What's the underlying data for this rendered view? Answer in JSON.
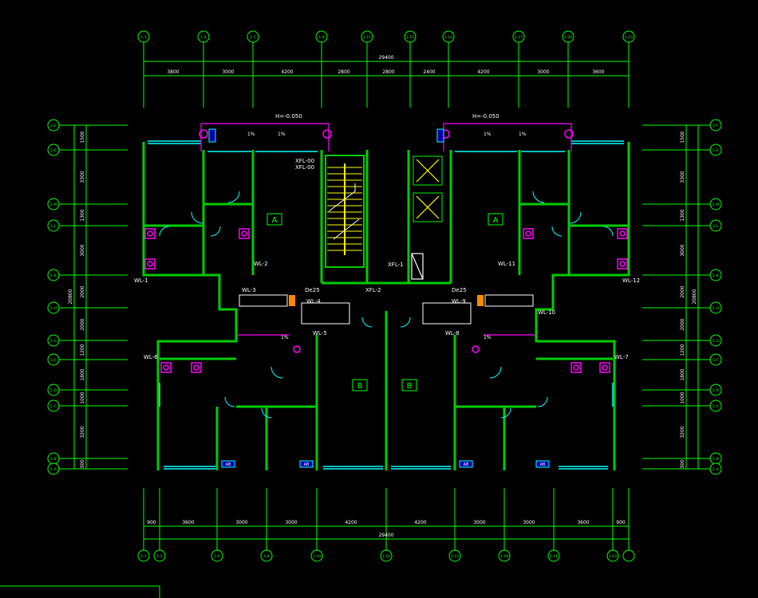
{
  "top_axes": [
    "1-1",
    "1-4",
    "1-7",
    "1-9",
    "1-11",
    "1-13",
    "1-14",
    "1-17",
    "1-20",
    "1-23"
  ],
  "bottom_axes": [
    "1-1",
    "1-2",
    "1-5",
    "1-8",
    "1-10",
    "1-12",
    "1-15",
    "1-18",
    "1-21",
    "1-23"
  ],
  "left_axes": [
    "1-F",
    "1-E",
    "1-M",
    "1-L",
    "1-K",
    "1-H",
    "1-G",
    "1-F",
    "1-D",
    "1-C",
    "1-B",
    "1-A"
  ],
  "right_axes": [
    "1-F",
    "1-E",
    "1-M",
    "1-L",
    "1-K",
    "1-H",
    "1-G",
    "1-F",
    "1-D",
    "1-C",
    "1-B",
    "1-A"
  ],
  "top_total": "29400",
  "bottom_total": "29400",
  "top_dims": [
    "3800",
    "3000",
    "4200",
    "2800",
    "2800",
    "2400",
    "4200",
    "3000",
    "3600"
  ],
  "bottom_dims": [
    "900",
    "3600",
    "3000",
    "3000",
    "4200",
    "4200",
    "3000",
    "3000",
    "3600",
    "900"
  ],
  "left_total": "20800",
  "right_total": "20800",
  "left_dims": [
    "1500",
    "3300",
    "1300",
    "3000",
    "2000",
    "2000",
    "1200",
    "1800",
    "1000",
    "3200",
    "300"
  ],
  "right_dims": [
    "1500",
    "3300",
    "1300",
    "3000",
    "2000",
    "2000",
    "1200",
    "1800",
    "1000",
    "3200",
    "300"
  ],
  "elev_left": "H=-0.050",
  "elev_right": "H=-0.050",
  "slope_text": "1%",
  "unit_a": "A",
  "unit_b": "B",
  "xfl_top1": "XFL-00",
  "xfl_top2": "XFL-00",
  "xfl_1": "XFL-1",
  "xfl_2": "XFL-2",
  "pipe_labels": {
    "wl1": "WL-1",
    "wl2": "WL-2",
    "wl3": "WL-3",
    "wl4": "WL-4",
    "wl5": "WL-5",
    "wl6": "WL-6",
    "wl7": "WL-7",
    "wl8": "WL-8",
    "wl9": "WL-9",
    "wl10": "WL-10",
    "wl11": "WL-11",
    "wl12": "WL-12"
  },
  "de25": "De25",
  "ab_tag": "AB",
  "colors": {
    "bg": "#000000",
    "wall": "#00cc00",
    "dim": "#00ff00",
    "window": "#00ffff",
    "fixture": "#ff00ff",
    "stair": "#ffff00",
    "pipe": "#ff8800",
    "label": "#ffffff"
  }
}
